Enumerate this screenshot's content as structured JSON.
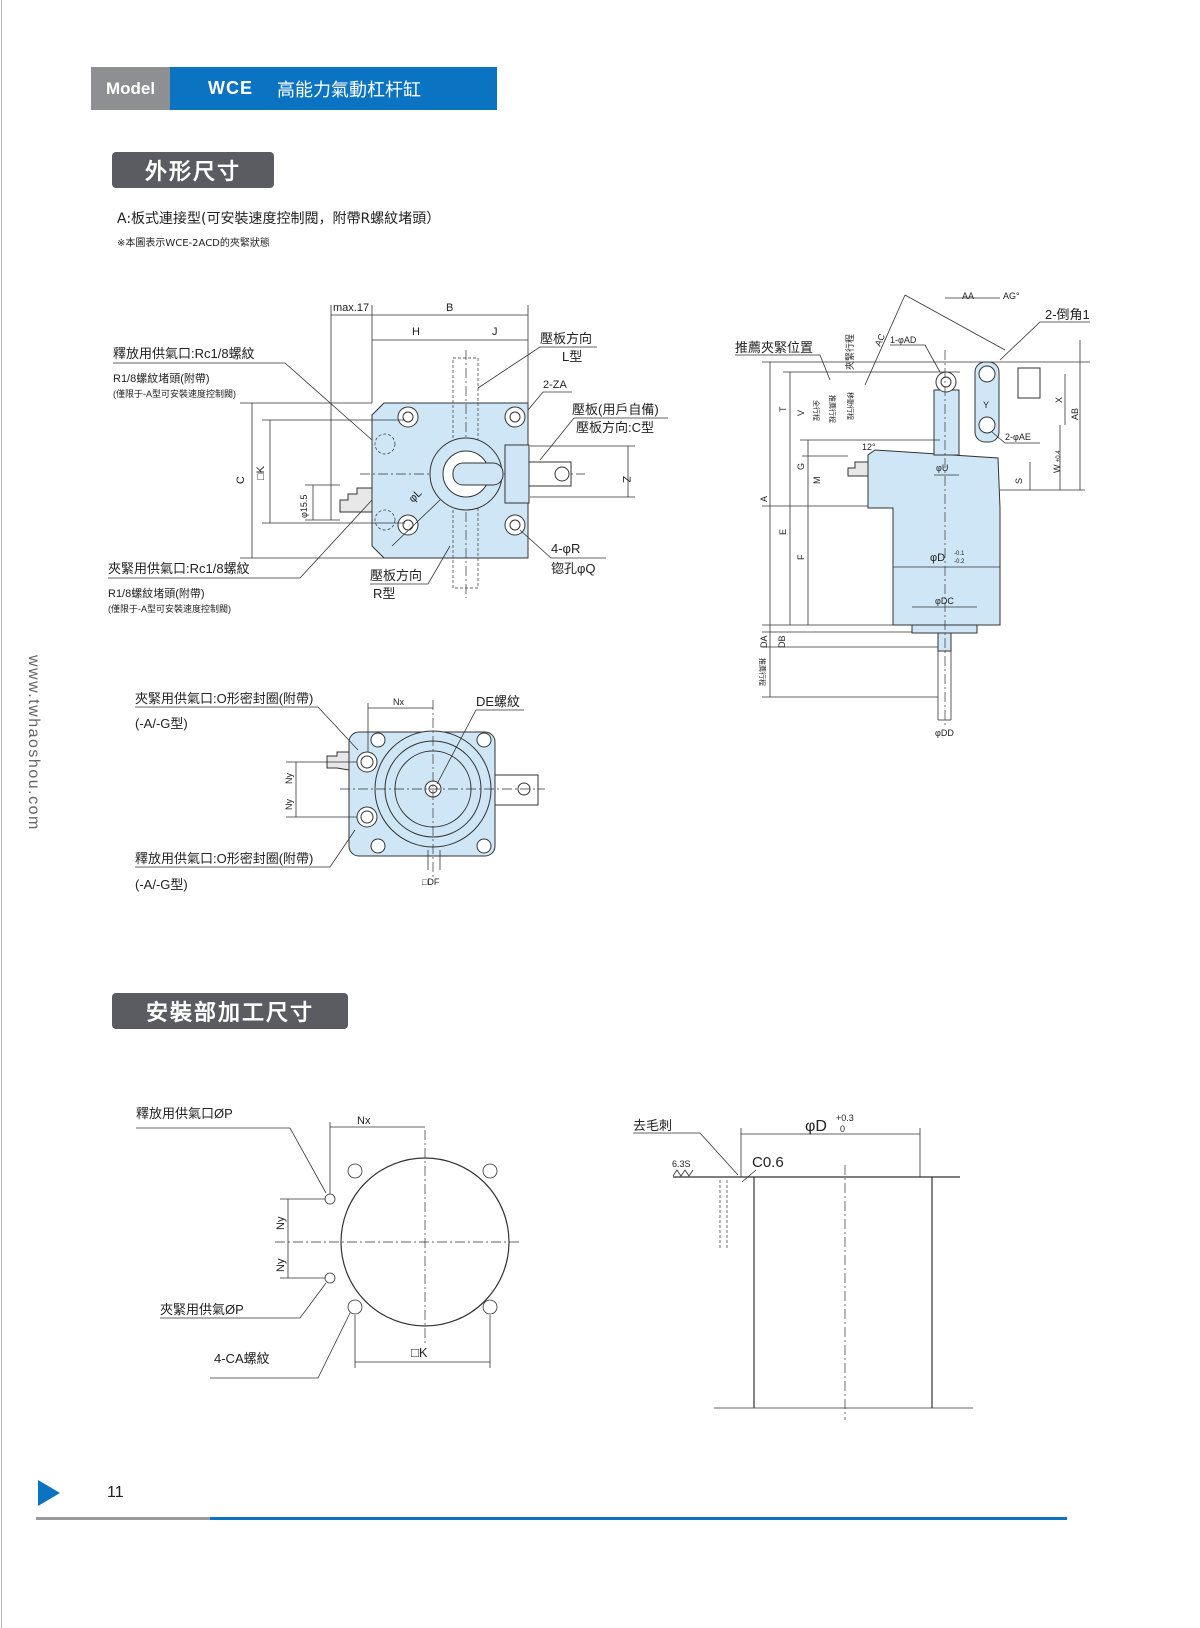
{
  "header": {
    "model_label": "Model",
    "code": "WCE",
    "name": "高能力氣動杠杆缸"
  },
  "section1": {
    "title": "外形尺寸",
    "subtitle": "A:板式連接型(可安裝速度控制閥，附帶R螺紋堵頭）",
    "note": "※本圖表示WCE-2ACD的夾緊狀態"
  },
  "top_view": {
    "max17": "max.17",
    "B": "B",
    "H": "H",
    "J": "J",
    "plate_dir": "壓板方向",
    "L_type": "L型",
    "ZA": "2-ZA",
    "plate_user": "壓板(用戶自備)",
    "plate_dir_C": "壓板方向:C型",
    "release_port": "釋放用供氣口:Rc1/8螺紋",
    "plug1": "R1/8螺紋堵頭(附帶)",
    "plug1_note": "(僅限于-A型可安裝速度控制閥)",
    "C": "C",
    "K": "□K",
    "phi155": "φ15.5",
    "phiL": "φL",
    "Z": "Z",
    "R": "4-φR",
    "Q": "锪孔φQ",
    "clamp_port": "夾緊用供氣口:Rc1/8螺紋",
    "plug2": "R1/8螺紋堵頭(附帶)",
    "plug2_note": "(僅限于-A型可安裝速度控制閥)",
    "plate_dir_R": "壓板方向",
    "R_type": "R型"
  },
  "side_view": {
    "AA": "AA",
    "AG": "AG°",
    "chamfer": "2-倒角1",
    "recommend_pos": "推薦夾緊位置",
    "clamp_stroke": "夾緊行程",
    "AC": "AC",
    "AD": "1-φAD",
    "full_stroke": "全行程",
    "rec_stroke": "推薦行程",
    "move_stroke": "移動行程",
    "T": "T",
    "V": "V",
    "A": "A",
    "E": "E",
    "F": "F",
    "G": "G",
    "M": "M",
    "DA": "DA",
    "DB": "DB",
    "U": "φU",
    "Y": "Y",
    "AE": "2-φAE",
    "X": "X",
    "AB": "AB",
    "W": "W",
    "W_tol": "±0.4",
    "S": "S",
    "angle12": "12°",
    "D": "φD",
    "D_tol_up": "-0.1",
    "D_tol_low": "-0.2",
    "DC": "φDC",
    "DD": "φDD",
    "rec_stroke2": "推薦行程"
  },
  "bottom_view": {
    "clamp_port": "夾緊用供氣口:O形密封圈(附帶)",
    "clamp_type": "(-A/-G型)",
    "Nx": "Nx",
    "DE": "DE螺紋",
    "Ny1": "Ny",
    "Ny2": "Ny",
    "release_port": "釋放用供氣口:O形密封圈(附帶)",
    "release_type": "(-A/-G型)",
    "DF": "□DF"
  },
  "section2": {
    "title": "安裝部加工尺寸",
    "release_P": "釋放用供氣口ØP",
    "Nx": "Nx",
    "Ny1": "Ny",
    "Ny2": "Ny",
    "clamp_P": "夾緊用供氣ØP",
    "CA": "4-CA螺紋",
    "K": "□K",
    "deburr": "去毛刺",
    "D": "φD",
    "D_tol_up": "+0.3",
    "D_tol_low": "0",
    "C06": "C0.6",
    "rough": "6.3S"
  },
  "watermark": "www.twhaoshou.com",
  "footer": {
    "page": "11"
  },
  "colors": {
    "brand_blue": "#0b74c2",
    "part_fill": "#cfe6f6",
    "section_gray": "#5b5c61"
  }
}
